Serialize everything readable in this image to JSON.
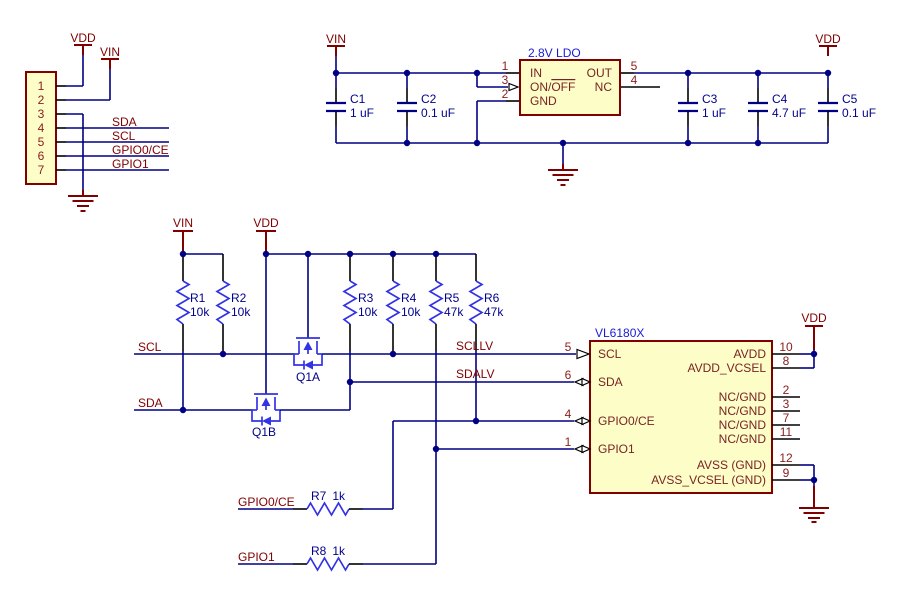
{
  "colors": {
    "wire": "#000084",
    "pin_stub": "#000000",
    "maroon": "#800000",
    "component_blue": "#3333E6",
    "ref_blue": "#00008B",
    "ic_title_blue": "#1A1AD6",
    "box_fill": "#FDFDC8"
  },
  "connector": {
    "pins": [
      "1",
      "2",
      "3",
      "4",
      "5",
      "6",
      "7"
    ]
  },
  "nets": {
    "vdd": "VDD",
    "vin": "VIN",
    "sda": "SDA",
    "scl": "SCL",
    "gpio0": "GPIO0/CE",
    "gpio1": "GPIO1",
    "scllv": "SCLLV",
    "sdalv": "SDALV"
  },
  "ldo": {
    "title": "2.8V LDO",
    "pins": {
      "in": {
        "num": "1",
        "name": "IN"
      },
      "on_off": {
        "num": "3",
        "name_prefix": "ON/",
        "name_overline": "OFF"
      },
      "gnd": {
        "num": "2",
        "name": "GND"
      },
      "out": {
        "num": "5",
        "name": "OUT"
      },
      "nc": {
        "num": "4",
        "name": "NC"
      }
    }
  },
  "capacitors": {
    "c1": {
      "ref": "C1",
      "value": "1 uF"
    },
    "c2": {
      "ref": "C2",
      "value": "0.1 uF"
    },
    "c3": {
      "ref": "C3",
      "value": "1 uF"
    },
    "c4": {
      "ref": "C4",
      "value": "4.7 uF"
    },
    "c5": {
      "ref": "C5",
      "value": "0.1 uF"
    }
  },
  "resistors": {
    "r1": {
      "ref": "R1",
      "value": "10k"
    },
    "r2": {
      "ref": "R2",
      "value": "10k"
    },
    "r3": {
      "ref": "R3",
      "value": "10k"
    },
    "r4": {
      "ref": "R4",
      "value": "10k"
    },
    "r5": {
      "ref": "R5",
      "value": "47k"
    },
    "r6": {
      "ref": "R6",
      "value": "47k"
    },
    "r7": {
      "ref": "R7",
      "value": "1k"
    },
    "r8": {
      "ref": "R8",
      "value": "1k"
    }
  },
  "transistors": {
    "q1a": "Q1A",
    "q1b": "Q1B"
  },
  "ic": {
    "title": "VL6180X",
    "left_pins": [
      {
        "num": "5",
        "name": "SCL"
      },
      {
        "num": "6",
        "name": "SDA"
      },
      {
        "num": "4",
        "name": "GPIO0/CE"
      },
      {
        "num": "1",
        "name": "GPIO1"
      }
    ],
    "right_pins": [
      {
        "num": "10",
        "name": "AVDD"
      },
      {
        "num": "8",
        "name": "AVDD_VCSEL"
      },
      {
        "num": "2",
        "name": "NC/GND"
      },
      {
        "num": "3",
        "name": "NC/GND"
      },
      {
        "num": "7",
        "name": "NC/GND"
      },
      {
        "num": "11",
        "name": "NC/GND"
      },
      {
        "num": "12",
        "name": "AVSS (GND)"
      },
      {
        "num": "9",
        "name": "AVSS_VCSEL (GND)"
      }
    ]
  }
}
